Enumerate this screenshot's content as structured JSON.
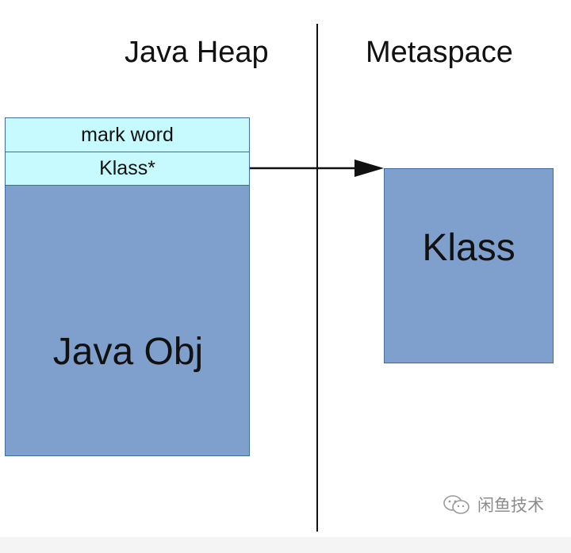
{
  "regions": {
    "heap_label": "Java Heap",
    "metaspace_label": "Metaspace"
  },
  "java_object": {
    "mark_word_label": "mark word",
    "klass_pointer_label": "Klass*",
    "body_label": "Java Obj"
  },
  "klass": {
    "label": "Klass"
  },
  "watermark": {
    "icon": "wechat-icon",
    "text": "闲鱼技术"
  },
  "colors": {
    "header_fill": "#c6fafe",
    "body_fill": "#7f9fcc",
    "border": "#3f6fa0",
    "line": "#111111",
    "watermark": "#8c8c8c"
  }
}
